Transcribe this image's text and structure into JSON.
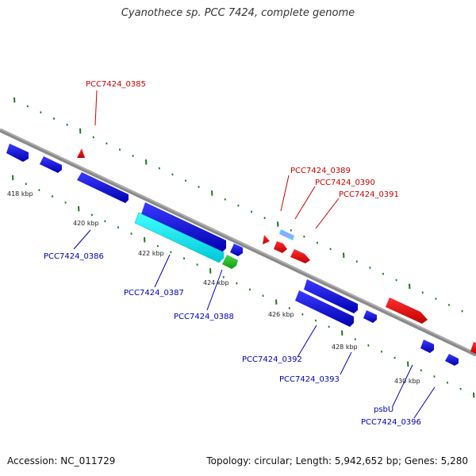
{
  "title": "Cyanothece sp. PCC 7424, complete genome",
  "footer": {
    "accession": "Accession: NC_011729",
    "topology": "Topology: circular; Length: 5,942,652 bp; Genes: 5,280"
  },
  "scale": {
    "kbp_labels": [
      "418 kbp",
      "420 kbp",
      "422 kbp",
      "424 kbp",
      "426 kbp",
      "428 kbp",
      "430 kbp"
    ]
  },
  "colors": {
    "forward_gene": "#e00000",
    "reverse_gene": "#0000dd",
    "rna_gene": "#00e8e8",
    "green_gene": "#22bb22",
    "backbone": "#888888",
    "tick": "#1a7a1a",
    "forward_label": "#cc0000",
    "reverse_label": "#0000bb"
  },
  "genes": [
    {
      "id": "PCC7424_0385",
      "strand": "forward",
      "color_key": "forward_gene"
    },
    {
      "id": "PCC7424_0386",
      "strand": "reverse",
      "color_key": "reverse_gene"
    },
    {
      "id": "PCC7424_0387",
      "strand": "reverse",
      "color_key": "rna_gene"
    },
    {
      "id": "PCC7424_0388",
      "strand": "reverse",
      "color_key": "green_gene"
    },
    {
      "id": "PCC7424_0389",
      "strand": "forward",
      "color_key": "rna_gene"
    },
    {
      "id": "PCC7424_0390",
      "strand": "forward",
      "color_key": "forward_gene"
    },
    {
      "id": "PCC7424_0391",
      "strand": "forward",
      "color_key": "forward_gene"
    },
    {
      "id": "PCC7424_0392",
      "strand": "reverse",
      "color_key": "reverse_gene"
    },
    {
      "id": "PCC7424_0393",
      "strand": "reverse",
      "color_key": "reverse_gene"
    },
    {
      "id": "psbU",
      "strand": "reverse",
      "color_key": "reverse_gene"
    },
    {
      "id": "PCC7424_0396",
      "strand": "reverse",
      "color_key": "reverse_gene"
    }
  ]
}
